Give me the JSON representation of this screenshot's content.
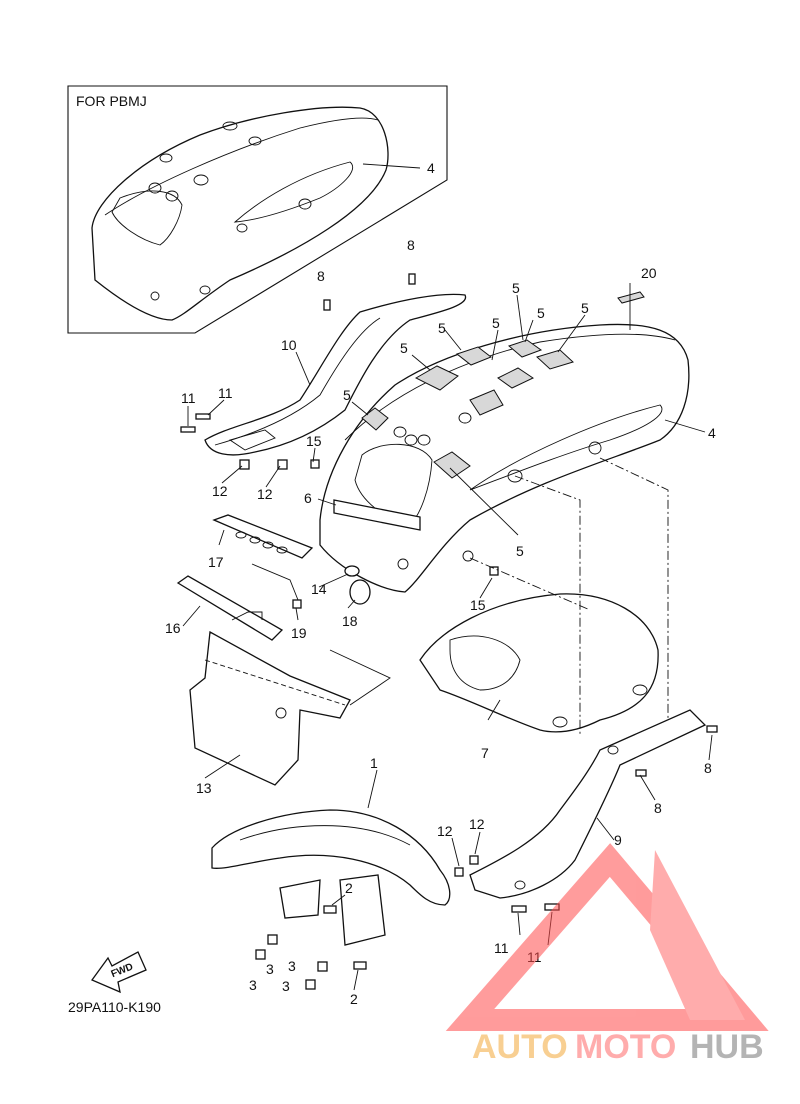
{
  "inset": {
    "title": "FOR PBMJ",
    "part_label": "4"
  },
  "callouts": {
    "c1": "1",
    "c2a": "2",
    "c2b": "2",
    "c3a": "3",
    "c3b": "3",
    "c3c": "3",
    "c3d": "3",
    "c4": "4",
    "c5a": "5",
    "c5b": "5",
    "c5c": "5",
    "c5d": "5",
    "c5e": "5",
    "c5f": "5",
    "c5g": "5",
    "c6": "6",
    "c7": "7",
    "c8a": "8",
    "c8b": "8",
    "c8c": "8",
    "c8d": "8",
    "c9": "9",
    "c10": "10",
    "c11a": "11",
    "c11b": "11",
    "c11c": "11",
    "c11d": "11",
    "c12a": "12",
    "c12b": "12",
    "c12c": "12",
    "c12d": "12",
    "c13": "13",
    "c14": "14",
    "c15a": "15",
    "c15b": "15",
    "c16": "16",
    "c17": "17",
    "c18": "18",
    "c19": "19",
    "c20": "20"
  },
  "fwd_label": "FWD",
  "diagram_code": "29PA110-K190",
  "watermark": {
    "part1": "AUTO",
    "part2": "MOTO",
    "part3": "HUB"
  }
}
